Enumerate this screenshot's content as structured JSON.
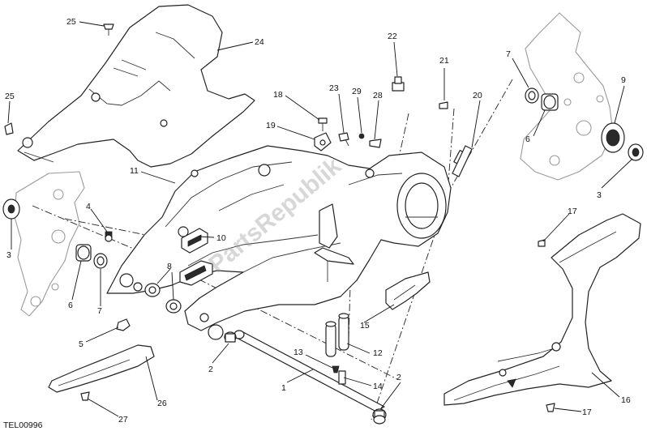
{
  "diagram_code": "TEL00996",
  "watermark": "PartsRepublik",
  "callouts": [
    {
      "number": "1",
      "part": "swingarm-pivot-shaft"
    },
    {
      "number": "2",
      "part": "spacer-left"
    },
    {
      "number": "2",
      "part": "spacer-right"
    },
    {
      "number": "3",
      "part": "bearing-cap-left"
    },
    {
      "number": "3",
      "part": "bearing-cap-right"
    },
    {
      "number": "4",
      "part": "grease-nipple"
    },
    {
      "number": "5",
      "part": "nut"
    },
    {
      "number": "6",
      "part": "bearing-left"
    },
    {
      "number": "6",
      "part": "bearing-right"
    },
    {
      "number": "7",
      "part": "seal-ring-left"
    },
    {
      "number": "7",
      "part": "seal-ring-right"
    },
    {
      "number": "8",
      "part": "washers"
    },
    {
      "number": "9",
      "part": "oil-seal"
    },
    {
      "number": "10",
      "part": "chain-slider"
    },
    {
      "number": "11",
      "part": "swingarm"
    },
    {
      "number": "12",
      "part": "stand-pins"
    },
    {
      "number": "13",
      "part": "screw"
    },
    {
      "number": "14",
      "part": "bolt"
    },
    {
      "number": "15",
      "part": "protection-cover"
    },
    {
      "number": "16",
      "part": "chain-guard"
    },
    {
      "number": "17",
      "part": "screw-upper"
    },
    {
      "number": "17",
      "part": "screw-lower"
    },
    {
      "number": "19",
      "part": "cable-clamp"
    },
    {
      "number": "18",
      "part": "screw"
    },
    {
      "number": "20",
      "part": "eccentric-bolt"
    },
    {
      "number": "21",
      "part": "screw"
    },
    {
      "number": "22",
      "part": "bleed-fitting"
    },
    {
      "number": "23",
      "part": "screw"
    },
    {
      "number": "24",
      "part": "rear-mudguard"
    },
    {
      "number": "25",
      "part": "screw-top"
    },
    {
      "number": "25",
      "part": "screw-left"
    },
    {
      "number": "26",
      "part": "lower-guard"
    },
    {
      "number": "27",
      "part": "screw"
    },
    {
      "number": "28",
      "part": "clip"
    },
    {
      "number": "29",
      "part": "screw"
    }
  ]
}
